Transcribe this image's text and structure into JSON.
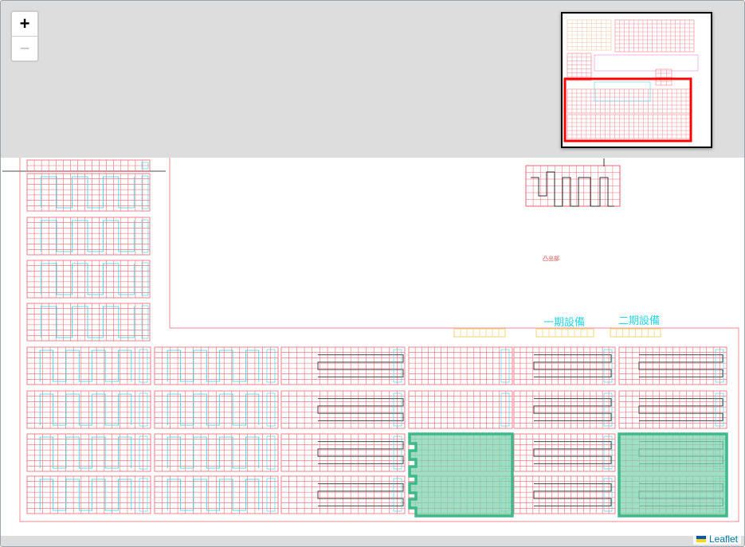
{
  "zoom": {
    "in_label": "+",
    "out_label": "−"
  },
  "attribution": {
    "label": "Leaflet"
  },
  "plan": {
    "label_phase1": "一期設備",
    "label_phase2": "二期設備",
    "label_room": "凸出部"
  },
  "colors": {
    "background": "#dddddd",
    "grid_red": "#f0626e",
    "cyan": "#27d6e6",
    "green_fill": "#7fd4b2",
    "green_stroke": "#3fb98a",
    "minimap_view": "#ff0000",
    "link": "#0078a8"
  }
}
